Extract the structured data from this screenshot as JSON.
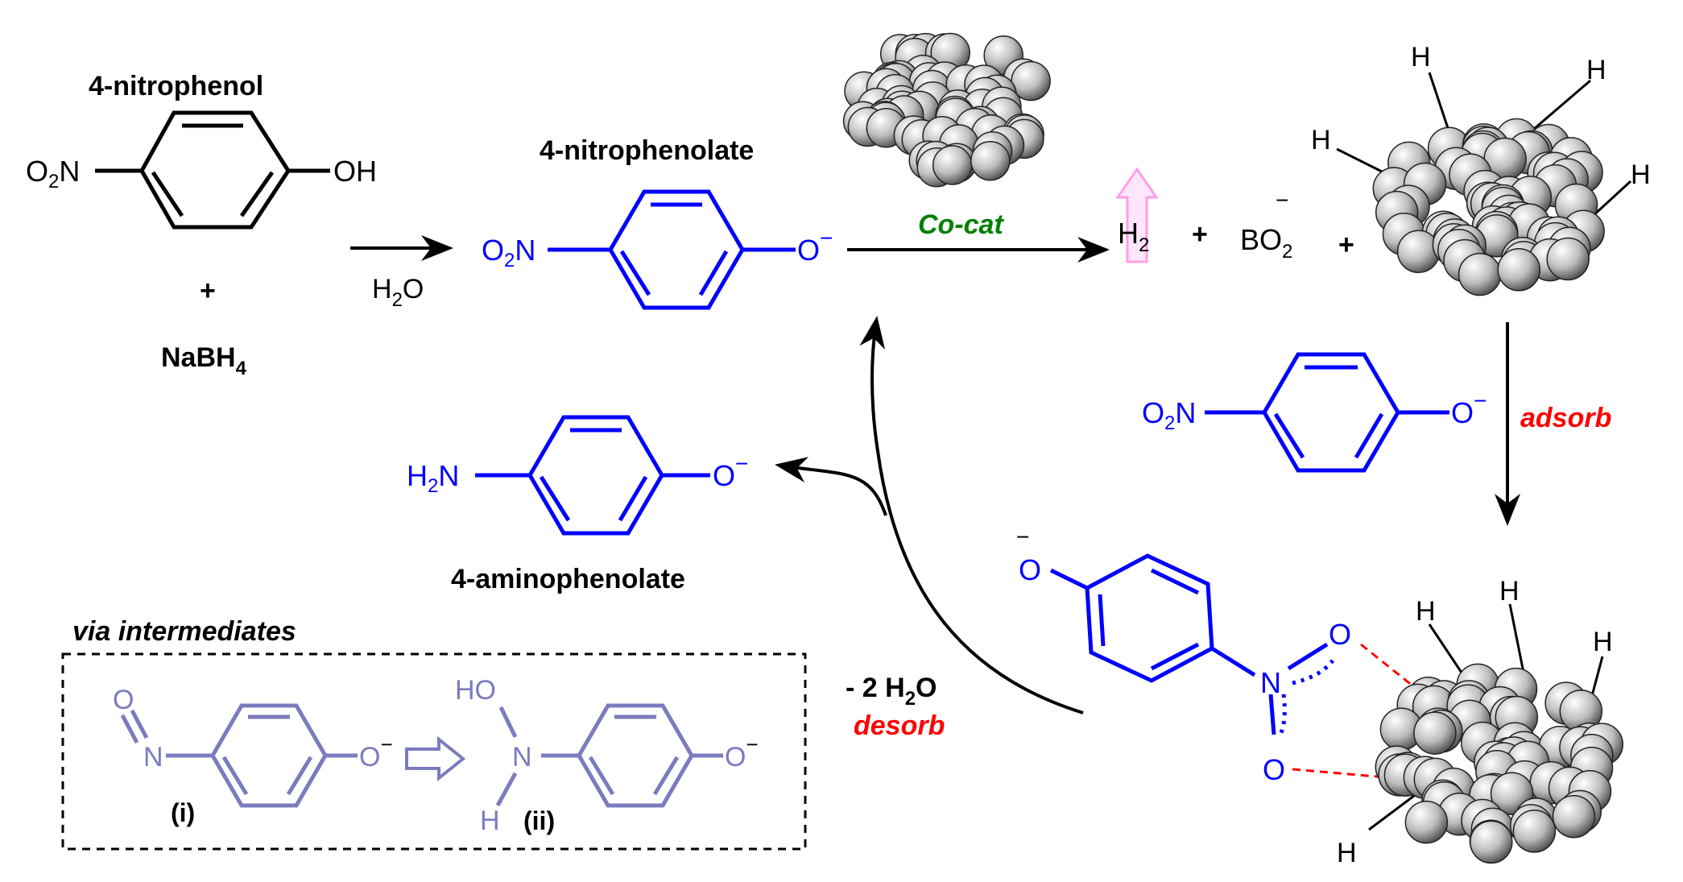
{
  "colors": {
    "black": "#000000",
    "blue": "#0000ff",
    "pale_blue": "#7b7bc0",
    "green": "#008000",
    "red": "#ff0000",
    "pink": "#ff9ee8"
  },
  "labels": {
    "nitrophenol": "4-nitrophenol",
    "nitrophenolate": "4-nitrophenolate",
    "aminophenolate": "4-aminophenolate",
    "plus": "+",
    "nabh4_main": "NaBH",
    "nabh4_sub": "4",
    "h2o_h": "H",
    "h2o_sub": "2",
    "h2o_o": "O",
    "cocat": "Co-cat",
    "h2_h": "H",
    "h2_sub": "2",
    "bo2_main": "BO",
    "bo2_sub": "2",
    "minus": "−",
    "adsorb": "adsorb",
    "minus_2_h2o_prefix": "- 2 H",
    "minus_2_h2o_sub": "2",
    "minus_2_h2o_suffix": "O",
    "desorb": "desorb",
    "via_intermediates": "via intermediates",
    "int_i": "(i)",
    "int_ii": "(ii)"
  },
  "atoms": {
    "O": "O",
    "N": "N",
    "H": "H",
    "OH": "OH",
    "O2N_O": "O",
    "O2N_sub": "2",
    "O2N_N": "N",
    "H2N_H": "H",
    "H2N_sub": "2",
    "H2N_N": "N",
    "HO": "HO"
  },
  "icons": [
    "reaction-arrow-icon",
    "hollow-arrow-icon",
    "cobalt-nanoparticle-icon",
    "gas-evolution-arrow-icon"
  ]
}
